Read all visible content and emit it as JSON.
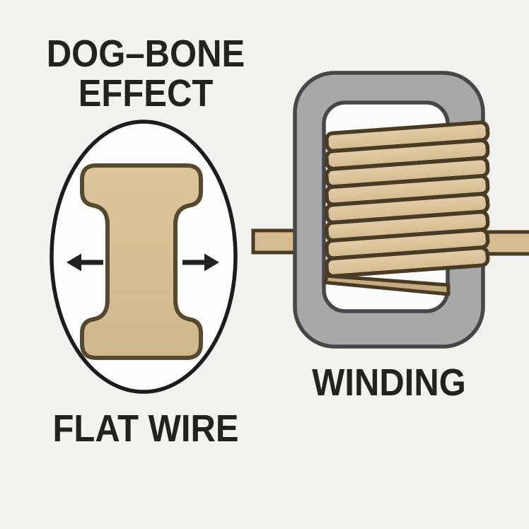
{
  "figure": {
    "title_line1": "DOG–BONE",
    "title_line2": "EFFECT",
    "left_caption": "FLAT WIRE",
    "right_caption": "WINDING"
  },
  "diagram": {
    "flat_wire_cross_section": {
      "shape": "dog-bone-i-beam",
      "arrows": [
        "left",
        "right"
      ]
    },
    "winding": {
      "core": "rounded-rectangle-core",
      "front_turns": 8,
      "crossover_turns": 1,
      "leads": [
        "left",
        "right"
      ]
    }
  },
  "colors": {
    "background": "#f4f2ef",
    "text": "#24221f",
    "ellipse_fill": "#fdfdfc",
    "ellipse_stroke": "#1c1c1c",
    "arrow": "#222222",
    "wire_light": "#e2cca8",
    "wire": "#d5bb92",
    "wire_dark": "#c4aa80",
    "wire_outline": "#4a3c24",
    "bone_light": "#dcc49c",
    "bone_fill": "#cfb78e",
    "bone_outline": "#55492f",
    "core_fill": "#a8a7aa",
    "core_stroke": "#47474a",
    "window_fill": "#fcfcfb"
  }
}
